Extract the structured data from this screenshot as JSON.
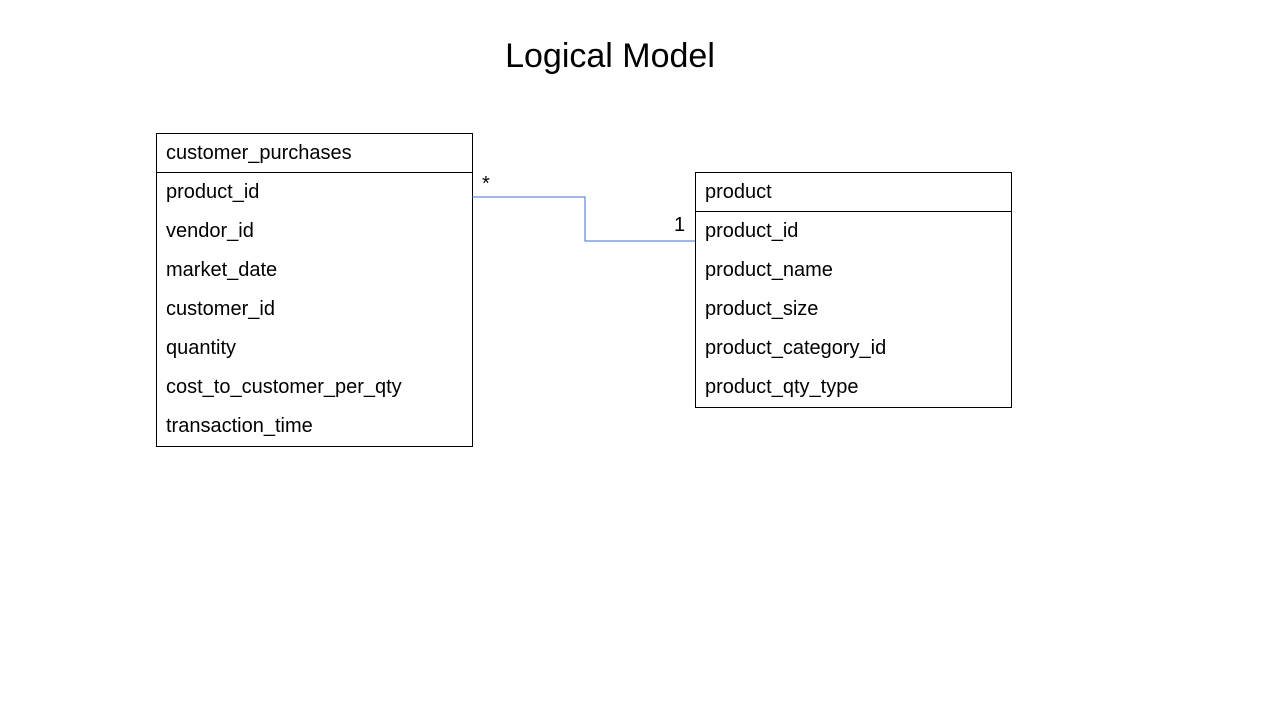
{
  "title": "Logical Model",
  "colors": {
    "line": "#4472c4",
    "border": "#000000",
    "text": "#000000",
    "background": "#ffffff"
  },
  "relationship": {
    "from_entity": "customer_purchases",
    "to_entity": "product",
    "from_multiplicity": "*",
    "to_multiplicity": "1"
  },
  "entities": [
    {
      "name": "customer_purchases",
      "attributes": [
        "product_id",
        "vendor_id",
        "market_date",
        "customer_id",
        "quantity",
        "cost_to_customer_per_qty",
        "transaction_time"
      ]
    },
    {
      "name": "product",
      "attributes": [
        "product_id",
        "product_name",
        "product_size",
        "product_category_id",
        "product_qty_type"
      ]
    }
  ]
}
